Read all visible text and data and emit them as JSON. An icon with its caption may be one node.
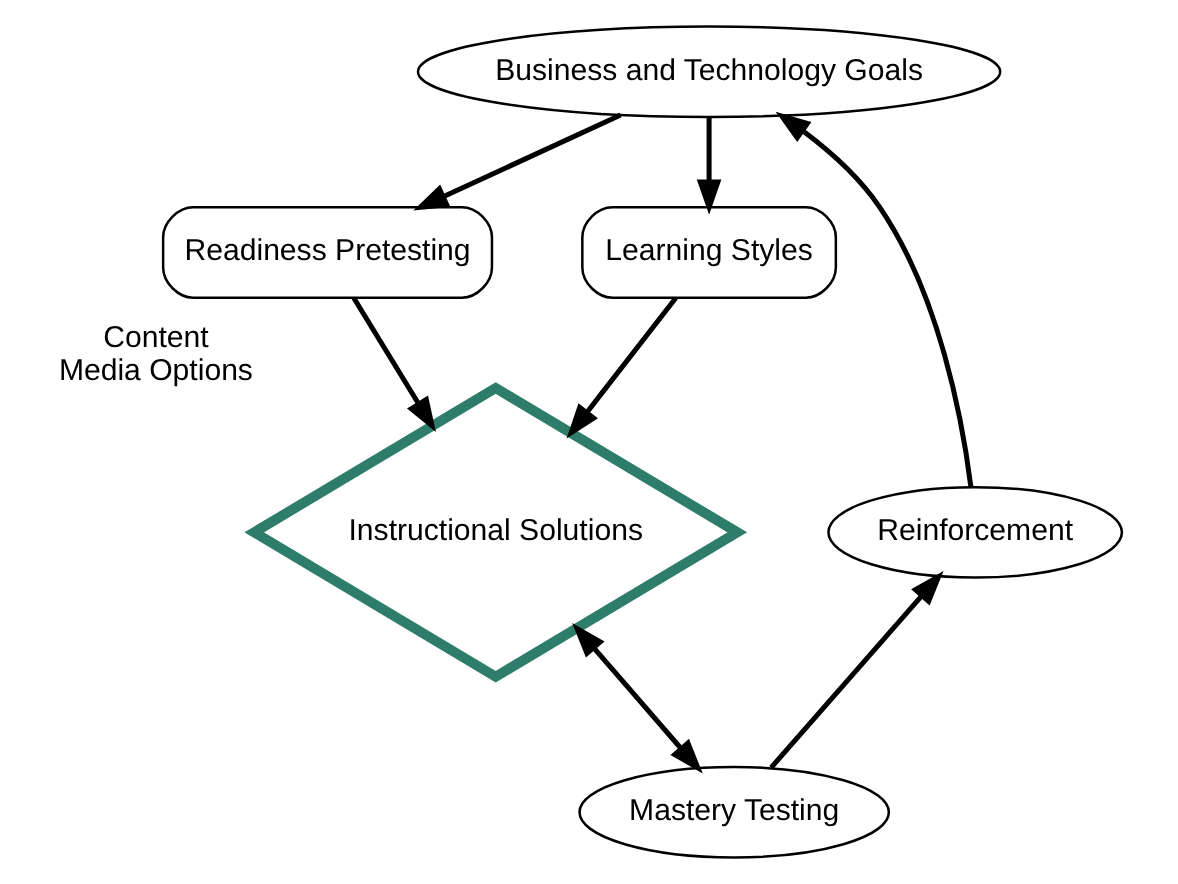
{
  "diagram": {
    "nodes": [
      {
        "text": [
          "Business and Technology Goals"
        ]
      },
      {
        "text": [
          "Readiness Pretesting"
        ]
      },
      {
        "text": [
          "Learning Styles"
        ]
      },
      {
        "text": [
          "Instructional Solutions"
        ],
        "beside": [
          "Content",
          "Media Options"
        ]
      },
      {
        "text": [
          "Mastery Testing"
        ]
      },
      {
        "text": [
          "Reinforcement"
        ]
      }
    ],
    "edges": [
      {
        "from": 0,
        "to": 1,
        "arrow": "to"
      },
      {
        "from": 0,
        "to": 2,
        "arrow": "to"
      },
      {
        "from": 1,
        "to": 3,
        "arrow": "to"
      },
      {
        "from": 2,
        "to": 3,
        "arrow": "to"
      },
      {
        "from": 3,
        "to": 4,
        "arrow": "both"
      },
      {
        "from": 4,
        "to": 5,
        "arrow": "to"
      },
      {
        "from": 5,
        "to": 0,
        "arrow": "to"
      }
    ]
  }
}
